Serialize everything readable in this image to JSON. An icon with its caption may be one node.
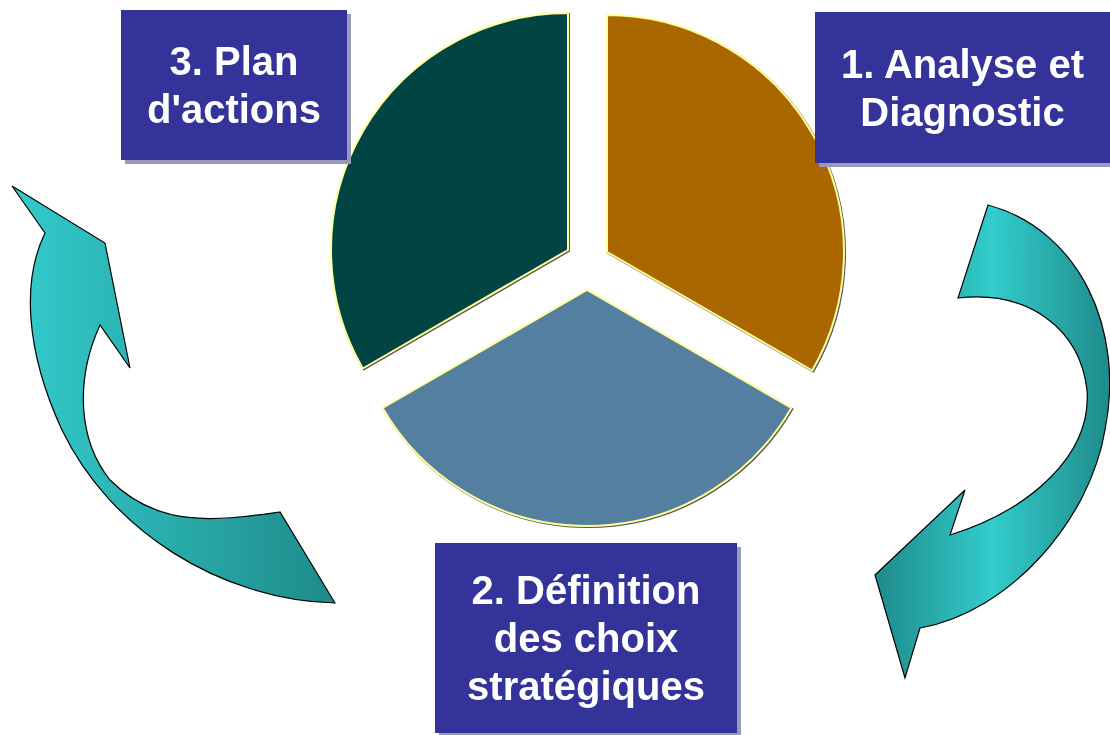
{
  "diagram": {
    "nodes": [
      {
        "text": [
          "3. Plan d'actions"
        ]
      },
      {
        "text": [
          "1. Analyse et Diagnostic"
        ]
      },
      {
        "text": [
          "2. Définition des choix stratégiques"
        ]
      },
      {
        "text": [],
        "shape": "wedge"
      },
      {
        "text": [],
        "shape": "wedge"
      },
      {
        "text": [],
        "shape": "wedge"
      }
    ],
    "edges": [
      {
        "from": 1,
        "to": 2,
        "arrow": "to"
      },
      {
        "from": 2,
        "to": 0,
        "arrow": "to"
      }
    ]
  }
}
